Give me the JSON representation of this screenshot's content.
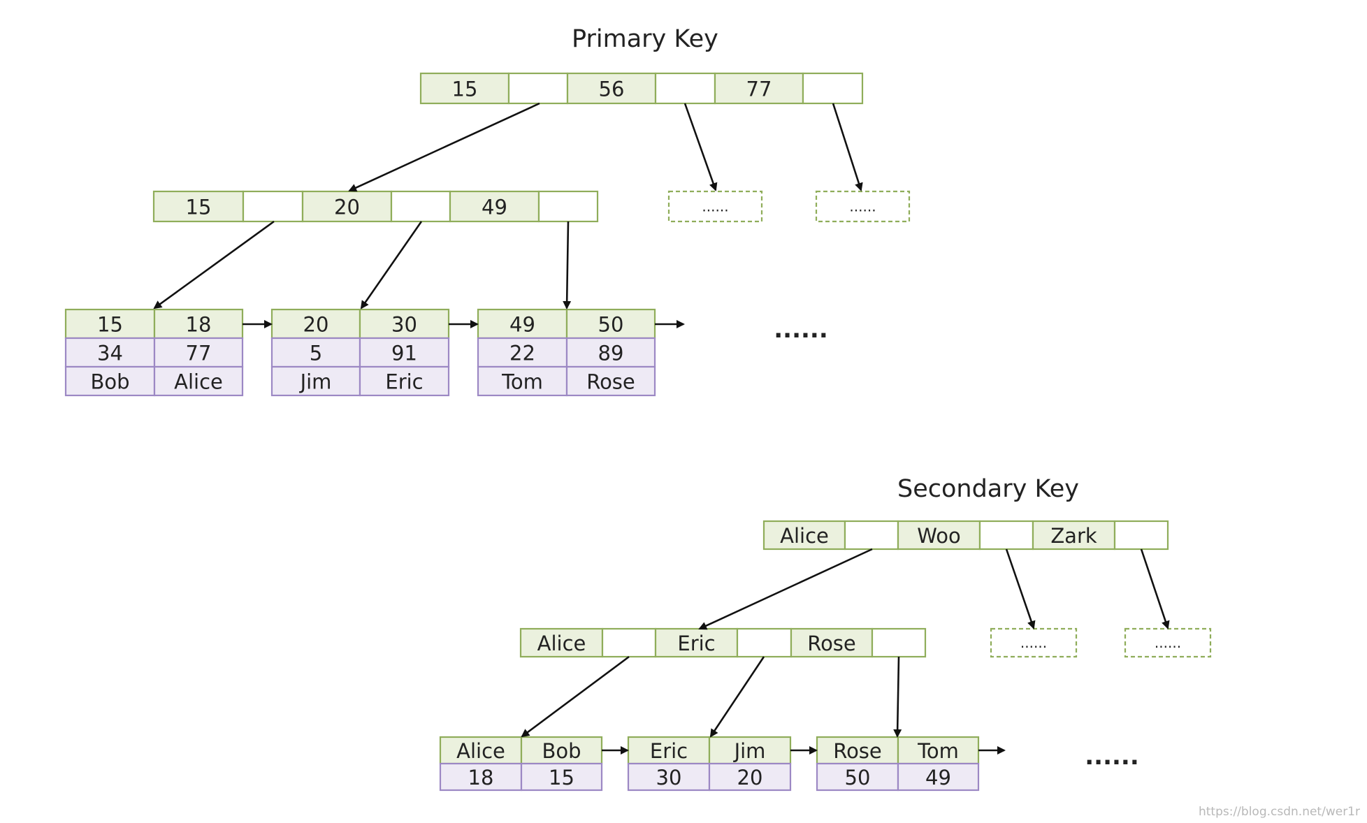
{
  "primary": {
    "title": "Primary Key",
    "root": [
      "15",
      "",
      "56",
      "",
      "77",
      ""
    ],
    "internal": [
      "15",
      "",
      "20",
      "",
      "49",
      ""
    ],
    "placeholder": "......",
    "leaves": [
      {
        "keys": [
          "15",
          "18"
        ],
        "rows": [
          [
            "34",
            "77"
          ],
          [
            "Bob",
            "Alice"
          ]
        ]
      },
      {
        "keys": [
          "20",
          "30"
        ],
        "rows": [
          [
            "5",
            "91"
          ],
          [
            "Jim",
            "Eric"
          ]
        ]
      },
      {
        "keys": [
          "49",
          "50"
        ],
        "rows": [
          [
            "22",
            "89"
          ],
          [
            "Tom",
            "Rose"
          ]
        ]
      }
    ],
    "more": "......"
  },
  "secondary": {
    "title": "Secondary Key",
    "root": [
      "Alice",
      "",
      "Woo",
      "",
      "Zark",
      ""
    ],
    "internal": [
      "Alice",
      "",
      "Eric",
      "",
      "Rose",
      ""
    ],
    "placeholder": "......",
    "leaves": [
      {
        "keys": [
          "Alice",
          "Bob"
        ],
        "rows": [
          [
            "18",
            "15"
          ]
        ]
      },
      {
        "keys": [
          "Eric",
          "Jim"
        ],
        "rows": [
          [
            "30",
            "20"
          ]
        ]
      },
      {
        "keys": [
          "Rose",
          "Tom"
        ],
        "rows": [
          [
            "50",
            "49"
          ]
        ]
      }
    ],
    "more": "......"
  },
  "watermark": "https://blog.csdn.net/wer1r",
  "colors": {
    "node_fill": "#ebf1de",
    "node_border": "#8fad5a",
    "row_fill": "#eeeaf5",
    "row_border": "#9c88c4",
    "arrow": "#111111"
  }
}
